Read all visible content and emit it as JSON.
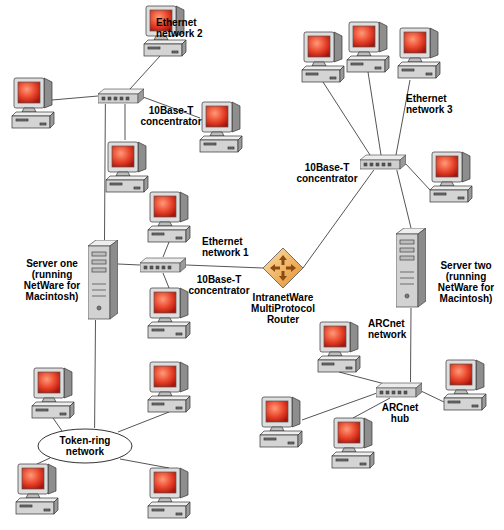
{
  "diagram": {
    "nodes": [
      {
        "text": [
          "10Base-T concentrator"
        ]
      },
      {
        "text": [
          "10Base-T concentrator"
        ]
      },
      {
        "text": [
          "Server one (running NetWare for Macintosh)"
        ]
      },
      {
        "text": [
          "IntranetWare MultiProtocol Router"
        ]
      },
      {
        "text": [
          "10Base-T concentrator"
        ]
      },
      {
        "text": [
          "Server two (running NetWare for Macintosh)"
        ]
      },
      {
        "text": [
          "Token-ring network"
        ]
      },
      {
        "text": [
          "ARCnet hub"
        ]
      }
    ],
    "edges": [
      {
        "from": 0,
        "to": 2,
        "arrow": "none"
      },
      {
        "from": 2,
        "to": 1,
        "arrow": "none"
      },
      {
        "from": 1,
        "to": 3,
        "arrow": "none"
      },
      {
        "from": 3,
        "to": 4,
        "arrow": "none"
      },
      {
        "from": 4,
        "to": 5,
        "arrow": "none"
      },
      {
        "from": 5,
        "to": 7,
        "arrow": "none"
      },
      {
        "from": 2,
        "to": 6,
        "arrow": "none"
      }
    ],
    "labels": [
      "Ethernet network 2",
      "Ethernet network 1",
      "Ethernet network 3",
      "ARCnet network"
    ]
  }
}
